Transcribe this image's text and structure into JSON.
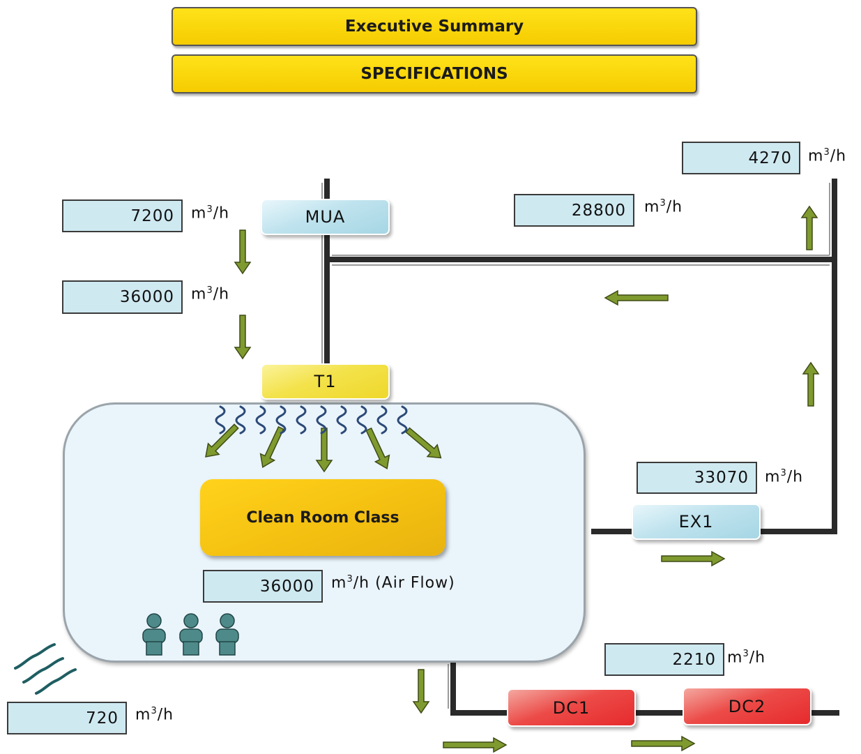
{
  "header": {
    "executive_summary": "Executive Summary",
    "specifications": "SPECIFICATIONS"
  },
  "flows": {
    "mua_in": "7200",
    "supply": "36000",
    "recirc": "28800",
    "exhaust_out": "4270",
    "ex1": "33070",
    "room_airflow": "36000",
    "leak": "720",
    "dc": "2210"
  },
  "units": {
    "base": "m",
    "exp": "3",
    "per": "/h",
    "airflow_suffix": " (Air Flow)"
  },
  "equipment": {
    "mua": "MUA",
    "t1": "T1",
    "ex1": "EX1",
    "dc1": "DC1",
    "dc2": "DC2"
  },
  "room": {
    "label": "Clean Room Class"
  },
  "colors": {
    "header_fill": "#f5cc00",
    "value_box": "#cfe9f1",
    "duct": "#2a2a2a",
    "arrow": "#7f9a2e",
    "room_fill": "#eaf4fb",
    "mua_ex1": "#a6d6e4",
    "t1": "#efd82c",
    "dc": "#e62a2c",
    "clean_room": "#f3bf10",
    "person": "#4e8a8a"
  }
}
